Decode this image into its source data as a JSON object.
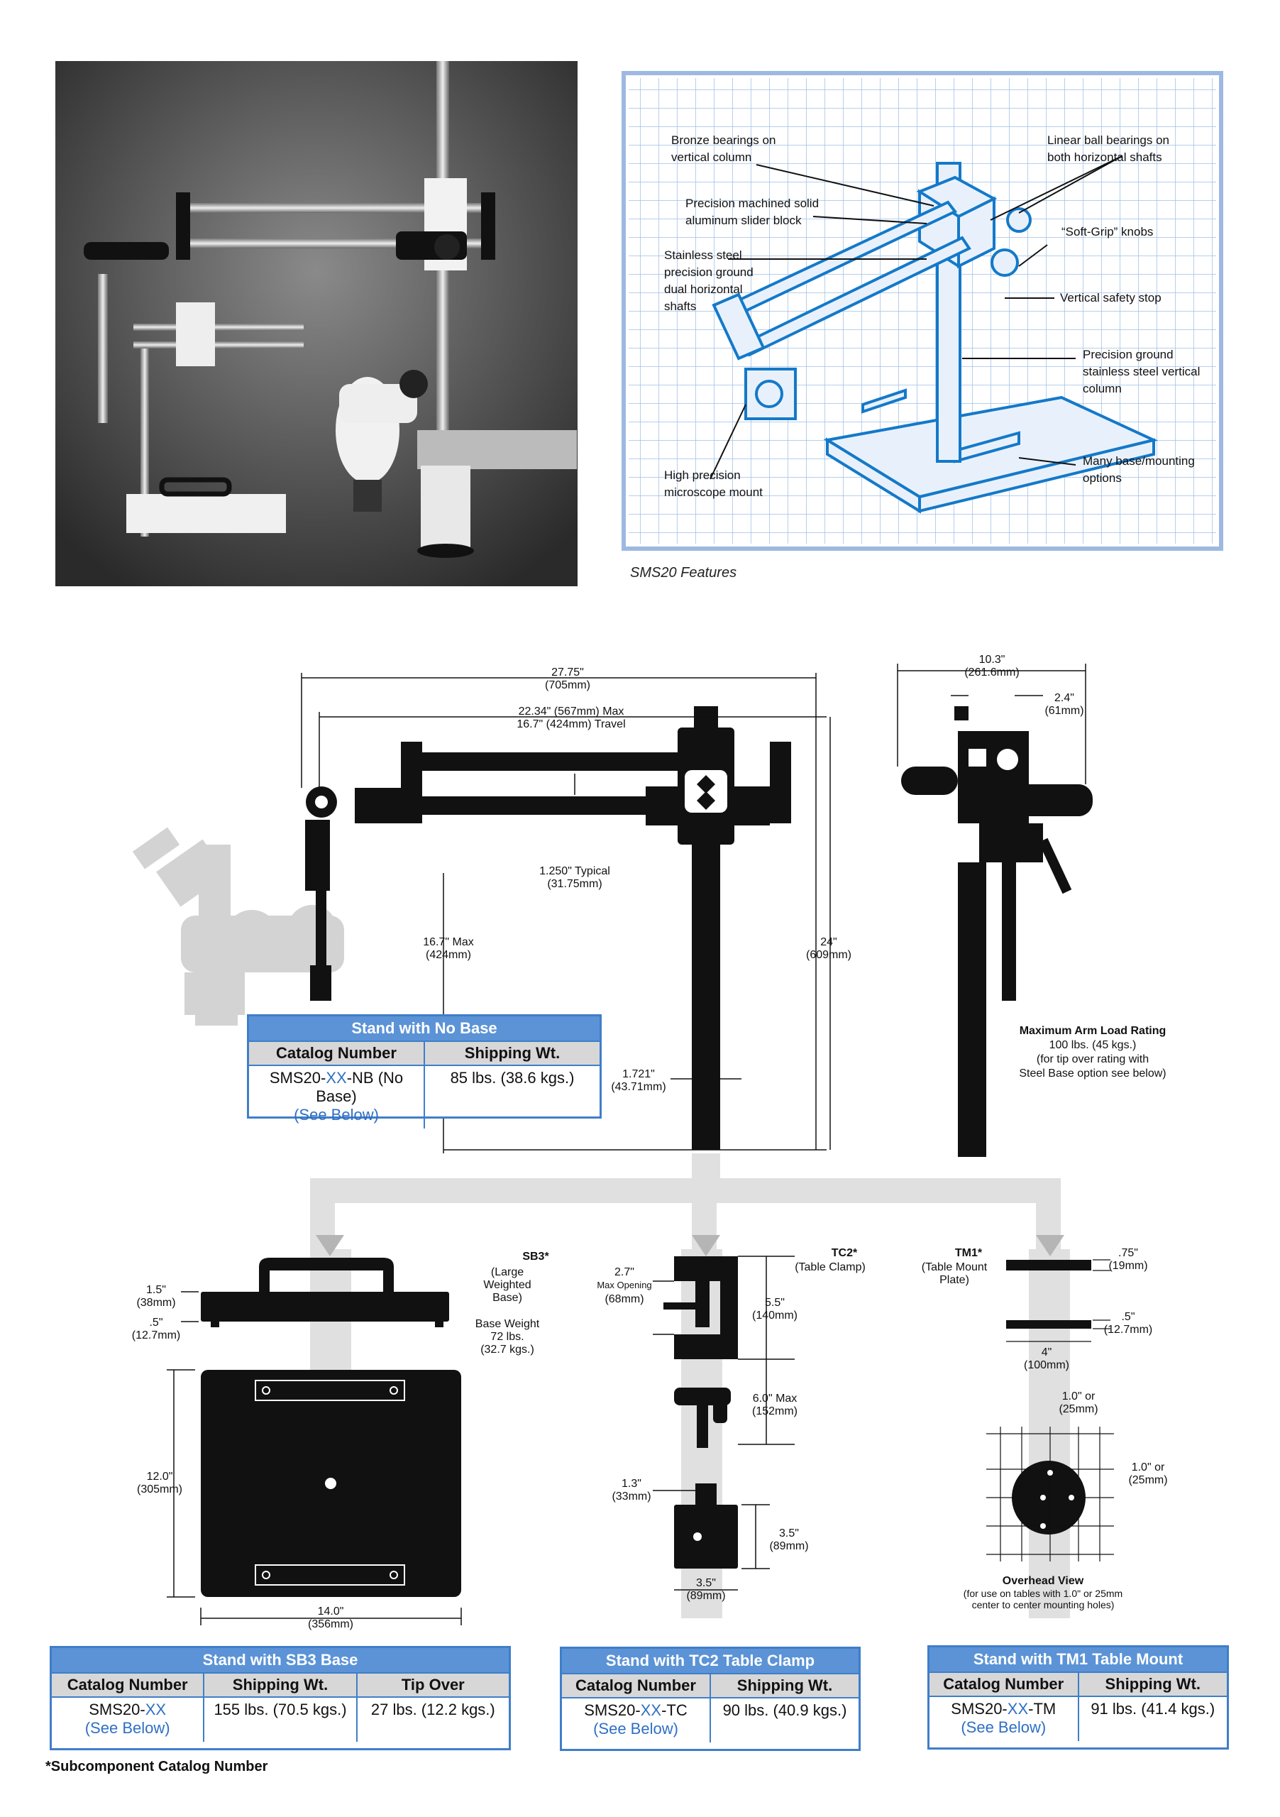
{
  "photo": {
    "label": "microscope-stand-photo"
  },
  "features": {
    "caption": "SMS20 Features",
    "callouts": [
      "Bronze bearings on vertical column",
      "Precision machined solid aluminum slider block",
      "Stainless steel precision ground dual horizontal shafts",
      "High precision microscope mount",
      "Linear ball bearings on both horizontal shafts",
      "“Soft-Grip” knobs",
      "Vertical safety stop",
      "Precision ground stainless steel vertical column",
      "Many base/mounting options"
    ]
  },
  "dims": {
    "d1": "27.75\"",
    "d1m": "(705mm)",
    "d2": "22.34\" (567mm) Max",
    "d2b": "16.7\" (424mm) Travel",
    "d3": "1.250\" Typical",
    "d3m": "(31.75mm)",
    "d4": "16.7\" Max",
    "d4m": "(424mm)",
    "d5": "24\"",
    "d5m": "(609mm)",
    "d6": "1.721\"",
    "d6m": "(43.71mm)",
    "s1": "10.3\"",
    "s1m": "(261.6mm)",
    "s2": "2.4\"",
    "s2m": "(61mm)"
  },
  "load": {
    "title": "Maximum Arm Load Rating",
    "l1": "100 lbs. (45 kgs.)",
    "l2": "(for tip over rating with",
    "l3": "Steel Base option see below)"
  },
  "sb3": {
    "name": "SB3*",
    "d1": "(Large",
    "d2": "Weighted",
    "d3": "Base)",
    "w1": "Base Weight",
    "w2": "72 lbs.",
    "w3": "(32.7 kgs.)",
    "h1": "1.5\"",
    "h1m": "(38mm)",
    "h2": ".5\"",
    "h2m": "(12.7mm)",
    "dep": "12.0\"",
    "depm": "(305mm)",
    "wid": "14.0\"",
    "widm": "(356mm)"
  },
  "tc2": {
    "name": "TC2*",
    "desc": "(Table Clamp)",
    "o1": "2.7\"",
    "o2": "Max Opening",
    "o3": "(68mm)",
    "h1": "5.5\"",
    "h1m": "(140mm)",
    "h2": "6.0\" Max",
    "h2m": "(152mm)",
    "p1": "1.3\"",
    "p1m": "(33mm)",
    "p2": "3.5\"",
    "p2m": "(89mm)",
    "p3": "3.5\"",
    "p3m": "(89mm)"
  },
  "tm1": {
    "name": "TM1*",
    "d1": "(Table Mount",
    "d2": "Plate)",
    "t1": ".75\"",
    "t1m": "(19mm)",
    "t2": ".5\"",
    "t2m": "(12.7mm)",
    "w": "4\"",
    "wm": "(100mm)",
    "g1": "1.0\" or",
    "g1m": "(25mm)",
    "g2": "1.0\" or",
    "g2m": "(25mm)",
    "ov": "Overhead View",
    "ov1": "(for use on tables with 1.0\" or 25mm",
    "ov2": "center to center mounting holes)"
  },
  "tables": {
    "nobase": {
      "title": "Stand with No Base",
      "h1": "Catalog Number",
      "h2": "Shipping Wt.",
      "cat": "SMS20-",
      "xx": "XX",
      "suffix": "-NB (No Base)",
      "see": "(See Below)",
      "wt": "85 lbs. (38.6 kgs.)"
    },
    "sb3": {
      "title": "Stand with SB3 Base",
      "h1": "Catalog Number",
      "h2": "Shipping Wt.",
      "h3": "Tip Over",
      "cat": "SMS20-",
      "xx": "XX",
      "see": "(See Below)",
      "wt": "155 lbs. (70.5 kgs.)",
      "tip": "27 lbs. (12.2 kgs.)"
    },
    "tc2": {
      "title": "Stand with TC2 Table Clamp",
      "h1": "Catalog Number",
      "h2": "Shipping Wt.",
      "cat": "SMS20-",
      "xx": "XX",
      "suffix": "-TC",
      "see": "(See Below)",
      "wt": "90 lbs. (40.9 kgs.)"
    },
    "tm1": {
      "title": "Stand with TM1 Table Mount",
      "h1": "Catalog Number",
      "h2": "Shipping Wt.",
      "cat": "SMS20-",
      "xx": "XX",
      "suffix": "-TM",
      "see": "(See Below)",
      "wt": "91 lbs. (41.4 kgs.)"
    }
  },
  "footnote": "*Subcomponent Catalog Number"
}
